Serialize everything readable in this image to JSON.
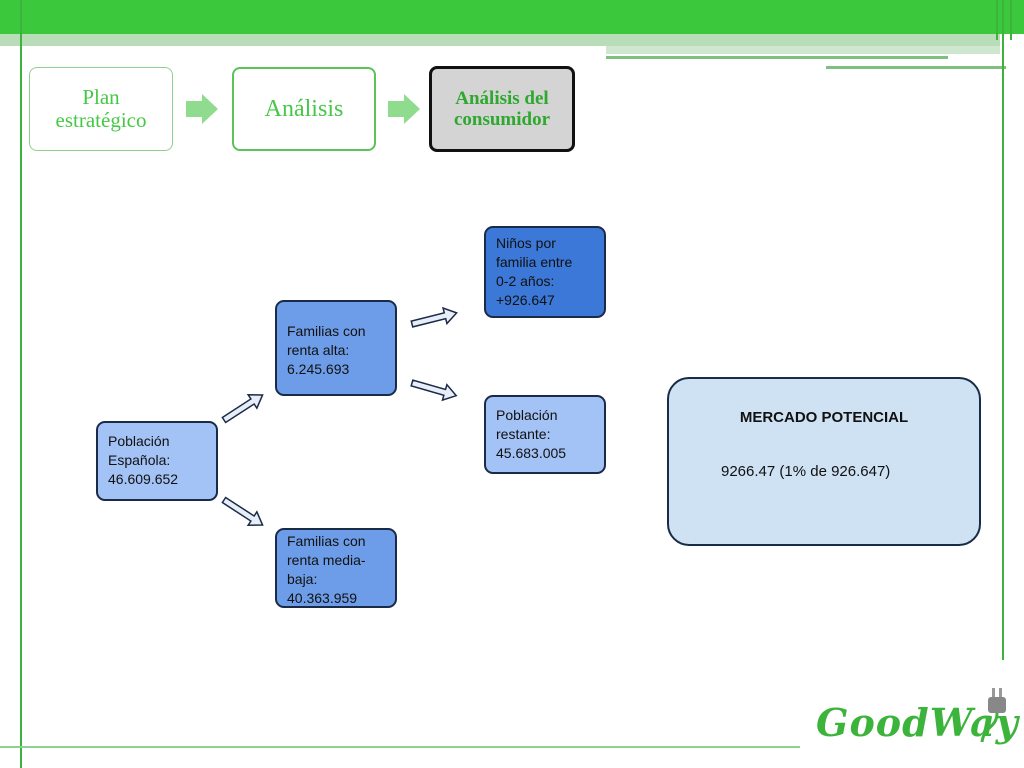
{
  "breadcrumb": {
    "step1_line1": "Plan",
    "step1_line2": "estratégico",
    "step2": "Análisis",
    "step3_line1": "Análisis del",
    "step3_line2": "consumidor"
  },
  "diagram": {
    "poblacion": {
      "line1": "Población",
      "line2": "Española:",
      "value": "46.609.652"
    },
    "renta_alta": {
      "line1": "Familias con",
      "line2": "renta alta:",
      "value": "6.245.693"
    },
    "renta_media": {
      "line1": "Familias con",
      "line2": "renta media-",
      "line3": "baja:",
      "value": "40.363.959"
    },
    "ninos": {
      "line1": "Niños por",
      "line2": "familia entre",
      "line3": "0-2 años:",
      "value": "+926.647"
    },
    "restante": {
      "line1": "Población",
      "line2": "restante:",
      "value": "45.683.005"
    },
    "mercado": {
      "title": "MERCADO POTENCIAL",
      "value": "9266.47 (1% de 926.647)"
    }
  },
  "logo": {
    "text": "GoodWay"
  },
  "colors": {
    "accent": "#3cc83c",
    "node_light": "#a3c2f6",
    "node_mid": "#6d9de8",
    "node_dark": "#3c78d8",
    "market": "#cfe2f3"
  }
}
